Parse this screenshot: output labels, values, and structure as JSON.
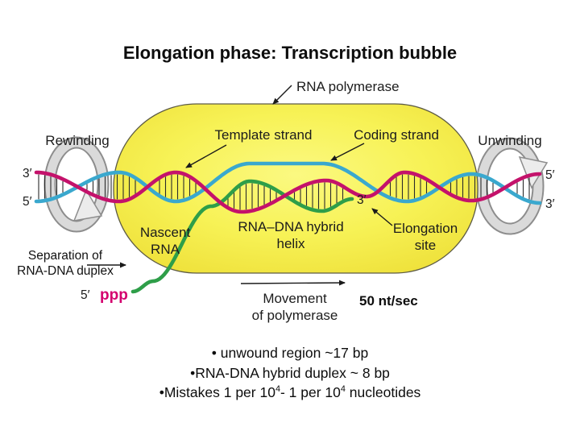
{
  "slide": {
    "title": "Elongation phase: Transcription bubble"
  },
  "diagram": {
    "labels": {
      "rna_polymerase": "RNA polymerase",
      "template_strand": "Template strand",
      "coding_strand": "Coding strand",
      "rewinding": "Rewinding",
      "unwinding": "Unwinding",
      "nascent_rna_1": "Nascent",
      "nascent_rna_2": "RNA",
      "hybrid_1": "RNA–DNA hybrid",
      "hybrid_2": "helix",
      "elongation_1": "Elongation",
      "elongation_2": "site",
      "separation_1": "Separation of",
      "separation_2": "RNA-DNA duplex",
      "movement_1": "Movement",
      "movement_2": "of polymerase",
      "rate": "50 nt/sec",
      "three_prime_left_top": "3′",
      "five_prime_left_bottom": "5′",
      "five_prime_right_top": "5′",
      "three_prime_right_bottom": "3′",
      "rna_three_prime": "3′",
      "rna_five_prime": "5′",
      "ppp": "ppp"
    },
    "colors": {
      "bubble_fill": "#F6F152",
      "template_strand": "#C4126B",
      "coding_strand": "#3AA8CE",
      "nascent_rna": "#2E9E49",
      "ppp_text": "#D4006E"
    }
  },
  "bullets": {
    "line1": "• unwound region ~17 bp",
    "line2": "•RNA-DNA hybrid duplex ~ 8 bp",
    "line3_a": "•Mistakes 1 per 10",
    "line3_sup1": "4",
    "line3_b": "- 1 per 10",
    "line3_sup2": "4",
    "line3_c": " nucleotides"
  }
}
